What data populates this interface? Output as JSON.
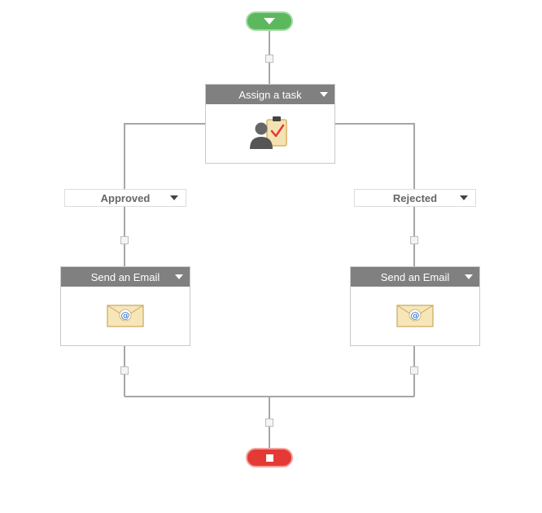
{
  "start": {
    "icon": "triangle-down-icon"
  },
  "assign_task": {
    "title": "Assign a task",
    "icon": "assign-task-icon"
  },
  "branches": [
    {
      "label": "Approved"
    },
    {
      "label": "Rejected"
    }
  ],
  "emails": [
    {
      "title": "Send an Email",
      "icon": "email-envelope-icon"
    },
    {
      "title": "Send an Email",
      "icon": "email-envelope-icon"
    }
  ],
  "end": {
    "icon": "stop-square-icon"
  },
  "colors": {
    "start": "#5cb85c",
    "end": "#e53935",
    "node_header": "#808080",
    "connector": "#a6a6a6"
  }
}
